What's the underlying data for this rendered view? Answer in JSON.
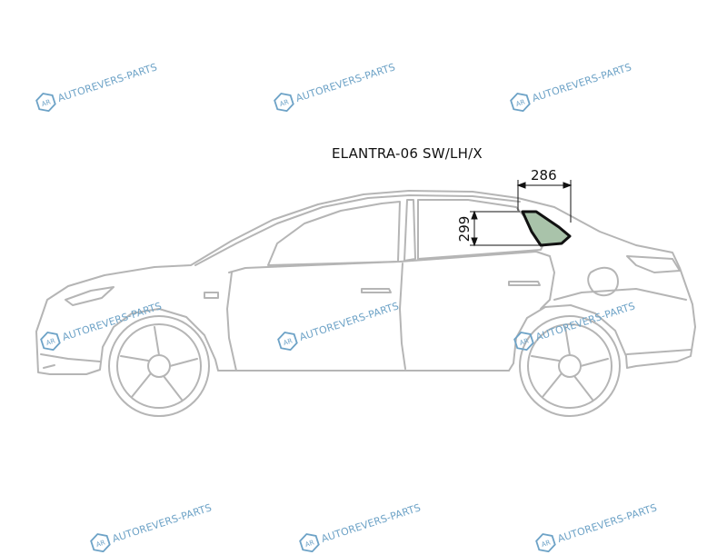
{
  "diagram": {
    "title": "ELANTRA-06 SW/LH/X",
    "dimensions": {
      "width_label": "286",
      "height_label": "299"
    },
    "highlighted_part": "rear-left-quarter-glass"
  },
  "watermark": {
    "logo_text": "AR",
    "text": "AUTOREVERS-PARTS",
    "color": "#6ea3c7"
  },
  "colors": {
    "car_outline": "#b5b5b5",
    "glass_fill": "#a9c3aa",
    "glass_outline": "#111111",
    "dimension_lines": "#111111"
  }
}
